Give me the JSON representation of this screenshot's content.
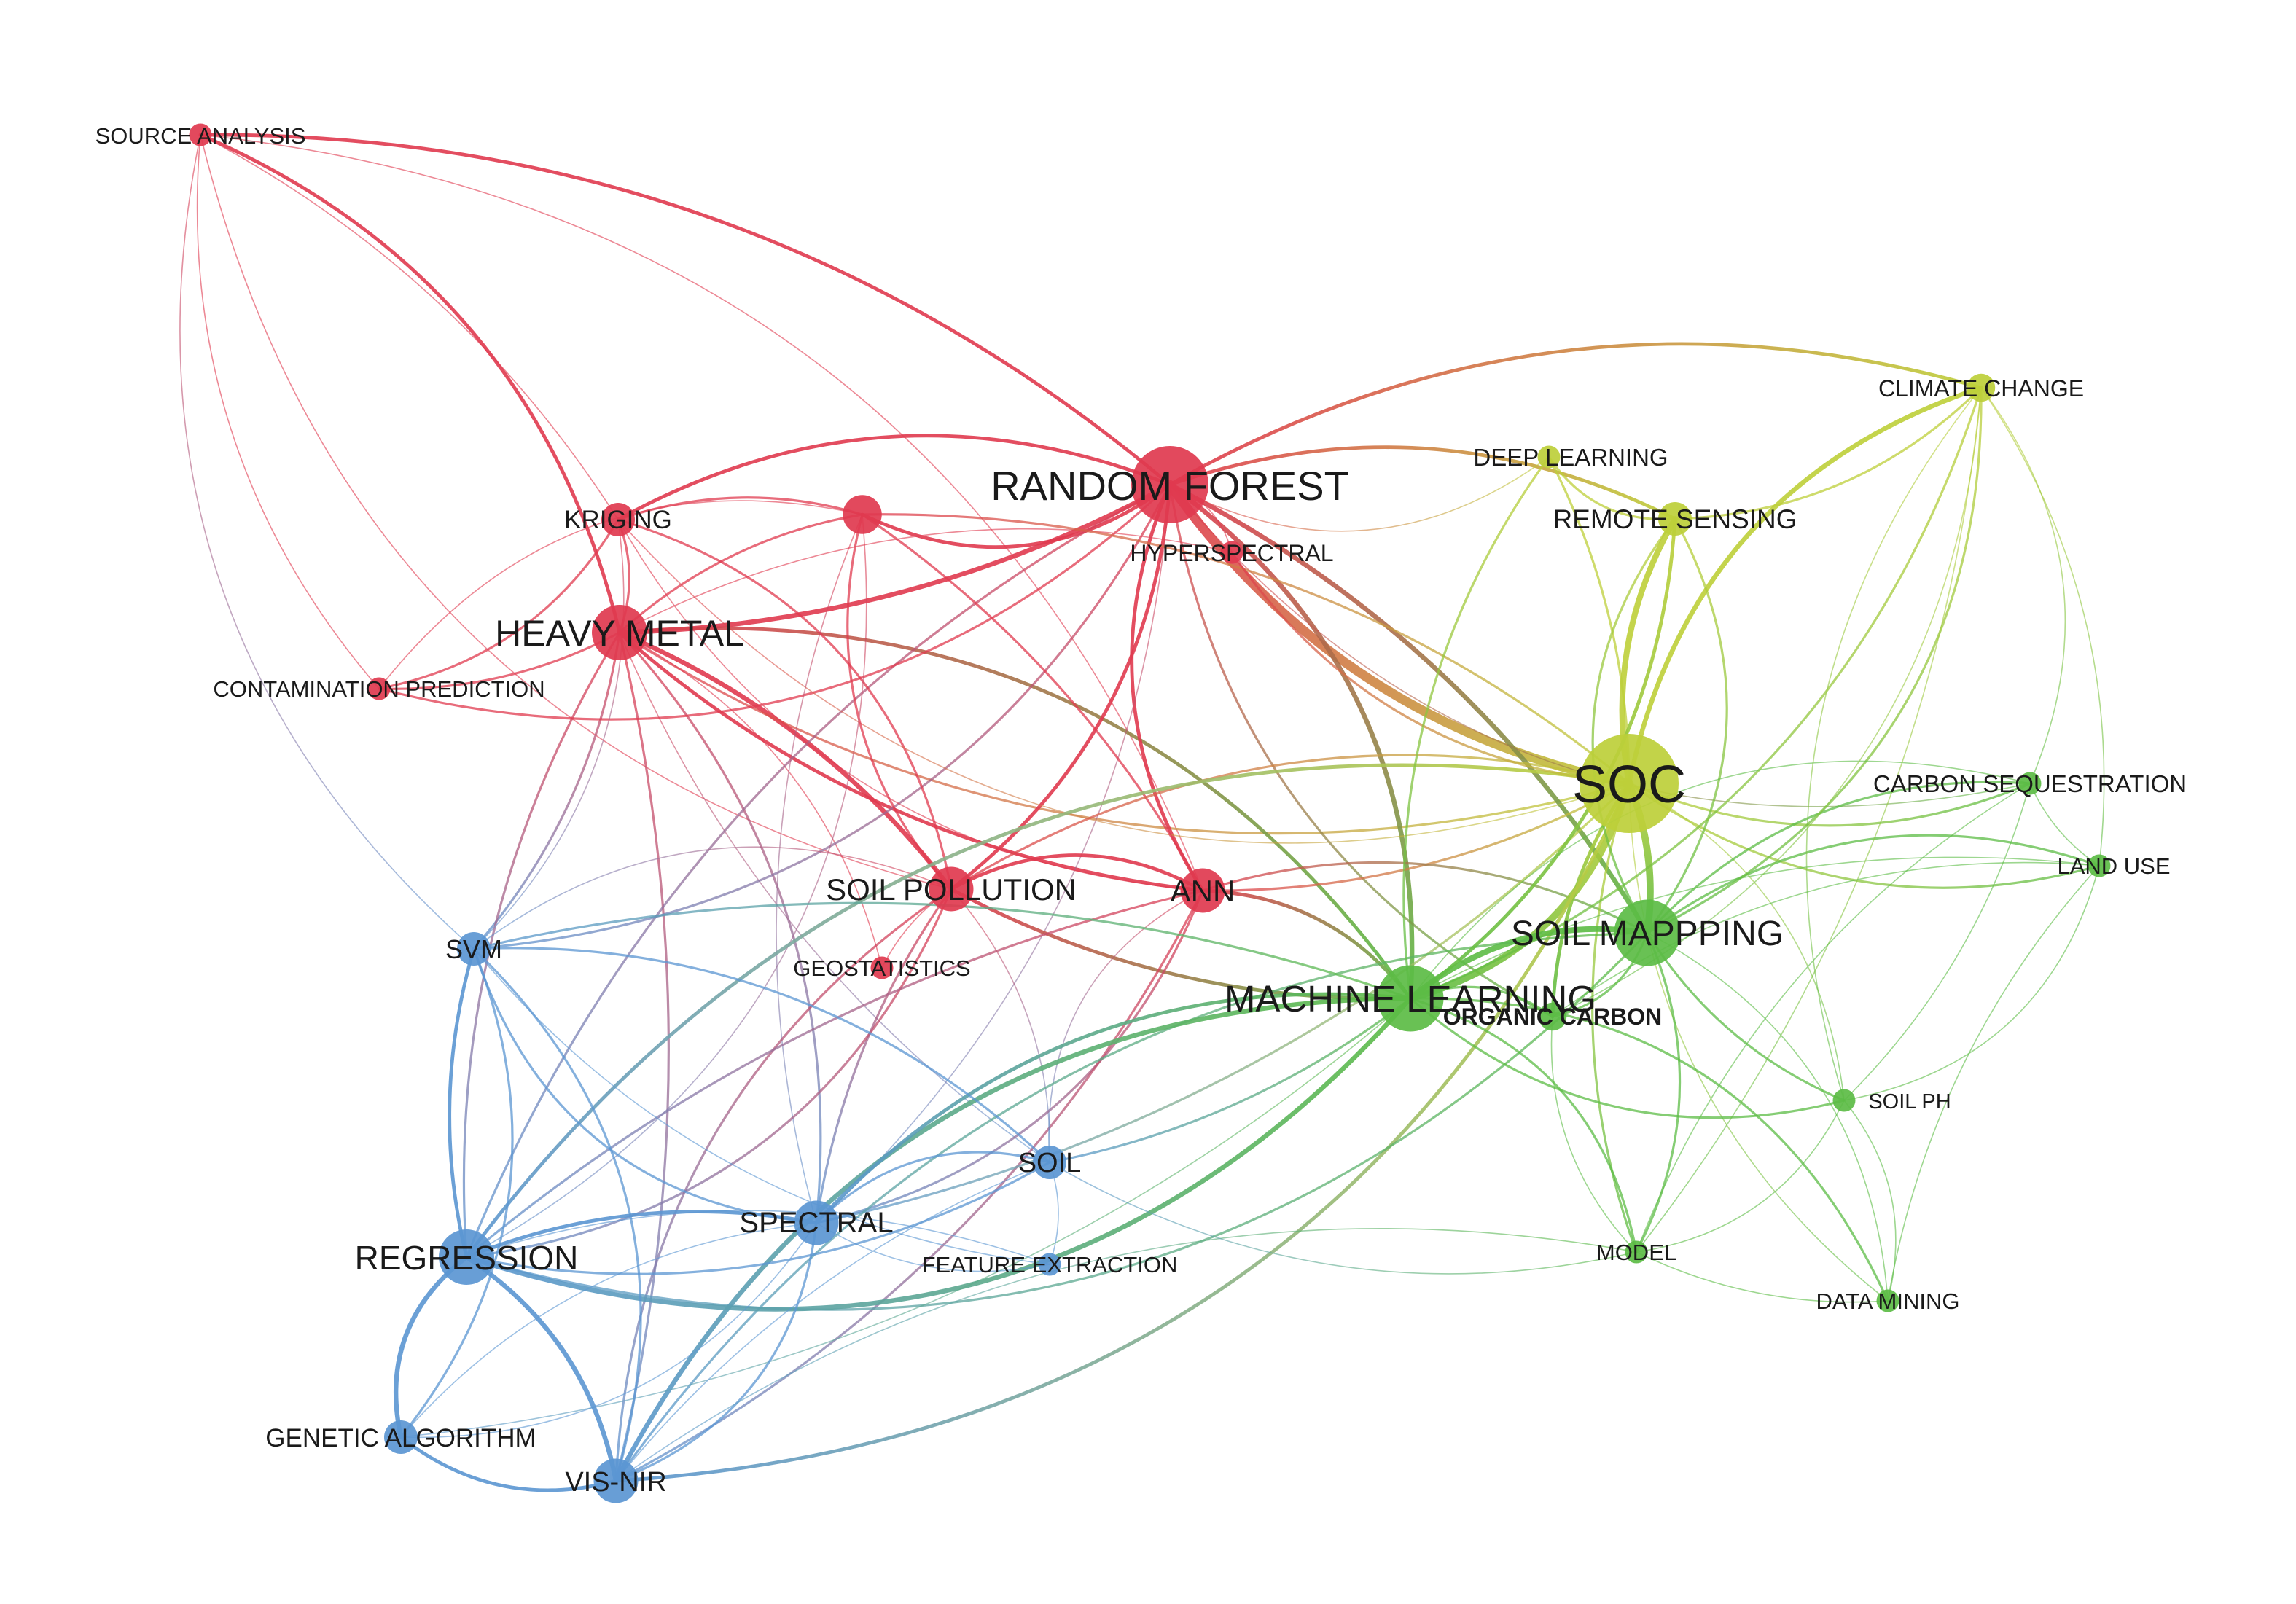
{
  "clusters": {
    "red": {
      "color": "#e03a4f"
    },
    "green": {
      "color": "#5cbc45"
    },
    "yellow": {
      "color": "#bdcf39"
    },
    "blue": {
      "color": "#5b96d2"
    }
  },
  "nodes": [
    {
      "id": "source_analysis",
      "label": "SOURCE ANALYSIS",
      "cluster": "red",
      "weight": 1
    },
    {
      "id": "kriging",
      "label": "KRIGING",
      "cluster": "red",
      "weight": 2
    },
    {
      "id": "unlabeled_red",
      "label": "",
      "cluster": "red",
      "weight": 2.5
    },
    {
      "id": "random_forest",
      "label": "RANDOM FOREST",
      "cluster": "red",
      "weight": 6
    },
    {
      "id": "hyperspectral",
      "label": "HYPERSPECTRAL",
      "cluster": "red",
      "weight": 1
    },
    {
      "id": "heavy_metal",
      "label": "HEAVY METAL",
      "cluster": "red",
      "weight": 4
    },
    {
      "id": "contamination_prediction",
      "label": "CONTAMINATION PREDICTION",
      "cluster": "red",
      "weight": 1
    },
    {
      "id": "soil_pollution",
      "label": "SOIL POLLUTION",
      "cluster": "red",
      "weight": 3
    },
    {
      "id": "ann",
      "label": "ANN",
      "cluster": "red",
      "weight": 3
    },
    {
      "id": "geostatistics",
      "label": "GEOSTATISTICS",
      "cluster": "red",
      "weight": 1
    },
    {
      "id": "deep_learning",
      "label": "DEEP LEARNING",
      "cluster": "yellow",
      "weight": 1
    },
    {
      "id": "climate_change",
      "label": "CLIMATE CHANGE",
      "cluster": "yellow",
      "weight": 1.5
    },
    {
      "id": "remote_sensing",
      "label": "REMOTE SENSING",
      "cluster": "yellow",
      "weight": 2
    },
    {
      "id": "soc",
      "label": "SOC",
      "cluster": "yellow",
      "weight": 8
    },
    {
      "id": "carbon_sequestration",
      "label": "CARBON SEQUESTRATION",
      "cluster": "green",
      "weight": 1
    },
    {
      "id": "land_use",
      "label": "LAND USE",
      "cluster": "green",
      "weight": 1
    },
    {
      "id": "soil_mapping",
      "label": "SOIL MAPPPING",
      "cluster": "green",
      "weight": 5
    },
    {
      "id": "machine_learning",
      "label": "MACHINE LEARNING",
      "cluster": "green",
      "weight": 5
    },
    {
      "id": "organic_carbon",
      "label": "ORGANIC CARBON",
      "cluster": "green",
      "weight": 1.5
    },
    {
      "id": "soil_ph",
      "label": "SOIL PH",
      "cluster": "green",
      "weight": 1
    },
    {
      "id": "model",
      "label": "MODEL",
      "cluster": "green",
      "weight": 1
    },
    {
      "id": "data_mining",
      "label": "DATA MINING",
      "cluster": "green",
      "weight": 1
    },
    {
      "id": "svm",
      "label": "SVM",
      "cluster": "blue",
      "weight": 2
    },
    {
      "id": "soil",
      "label": "SOIL",
      "cluster": "blue",
      "weight": 2
    },
    {
      "id": "spectral",
      "label": "SPECTRAL",
      "cluster": "blue",
      "weight": 3
    },
    {
      "id": "feature_extraction",
      "label": "FEATURE EXTRACTION",
      "cluster": "blue",
      "weight": 1
    },
    {
      "id": "regression",
      "label": "REGRESSION",
      "cluster": "blue",
      "weight": 4
    },
    {
      "id": "genetic_algorithm",
      "label": "GENETIC ALGORITHM",
      "cluster": "blue",
      "weight": 2
    },
    {
      "id": "vis_nir",
      "label": "VIS-NIR",
      "cluster": "blue",
      "weight": 3
    }
  ],
  "edges": [
    [
      "source_analysis",
      "heavy_metal",
      3
    ],
    [
      "source_analysis",
      "random_forest",
      3
    ],
    [
      "source_analysis",
      "kriging",
      1
    ],
    [
      "source_analysis",
      "soil_pollution",
      1
    ],
    [
      "source_analysis",
      "ann",
      1
    ],
    [
      "source_analysis",
      "svm",
      1
    ],
    [
      "source_analysis",
      "contamination_prediction",
      1
    ],
    [
      "heavy_metal",
      "random_forest",
      4
    ],
    [
      "heavy_metal",
      "kriging",
      2
    ],
    [
      "heavy_metal",
      "unlabeled_red",
      2
    ],
    [
      "heavy_metal",
      "soil_pollution",
      4
    ],
    [
      "heavy_metal",
      "ann",
      3
    ],
    [
      "heavy_metal",
      "contamination_prediction",
      2
    ],
    [
      "heavy_metal",
      "svm",
      2
    ],
    [
      "heavy_metal",
      "regression",
      2
    ],
    [
      "heavy_metal",
      "spectral",
      2
    ],
    [
      "heavy_metal",
      "vis_nir",
      2
    ],
    [
      "heavy_metal",
      "soc",
      2
    ],
    [
      "heavy_metal",
      "machine_learning",
      3
    ],
    [
      "heavy_metal",
      "geostatistics",
      1
    ],
    [
      "heavy_metal",
      "soil",
      1
    ],
    [
      "heavy_metal",
      "hyperspectral",
      1
    ],
    [
      "random_forest",
      "soc",
      8
    ],
    [
      "random_forest",
      "kriging",
      3
    ],
    [
      "random_forest",
      "unlabeled_red",
      3
    ],
    [
      "random_forest",
      "soil_pollution",
      3
    ],
    [
      "random_forest",
      "ann",
      3
    ],
    [
      "random_forest",
      "machine_learning",
      4
    ],
    [
      "random_forest",
      "soil_mapping",
      4
    ],
    [
      "random_forest",
      "remote_sensing",
      3
    ],
    [
      "random_forest",
      "climate_change",
      3
    ],
    [
      "random_forest",
      "deep_learning",
      1
    ],
    [
      "random_forest",
      "organic_carbon",
      2
    ],
    [
      "random_forest",
      "regression",
      2
    ],
    [
      "random_forest",
      "svm",
      2
    ],
    [
      "random_forest",
      "contamination_prediction",
      2
    ],
    [
      "random_forest",
      "spectral",
      1
    ],
    [
      "random_forest",
      "hyperspectral",
      1
    ],
    [
      "random_forest",
      "carbon_sequestration",
      1
    ],
    [
      "kriging",
      "unlabeled_red",
      2
    ],
    [
      "kriging",
      "soil_pollution",
      2
    ],
    [
      "kriging",
      "contamination_prediction",
      2
    ],
    [
      "kriging",
      "ann",
      1
    ],
    [
      "kriging",
      "svm",
      1
    ],
    [
      "kriging",
      "soc",
      1
    ],
    [
      "unlabeled_red",
      "soil_pollution",
      2
    ],
    [
      "unlabeled_red",
      "ann",
      2
    ],
    [
      "unlabeled_red",
      "soc",
      2
    ],
    [
      "unlabeled_red",
      "contamination_prediction",
      1
    ],
    [
      "unlabeled_red",
      "spectral",
      1
    ],
    [
      "unlabeled_red",
      "regression",
      1
    ],
    [
      "soil_pollution",
      "ann",
      3
    ],
    [
      "soil_pollution",
      "machine_learning",
      3
    ],
    [
      "soil_pollution",
      "spectral",
      2
    ],
    [
      "soil_pollution",
      "regression",
      2
    ],
    [
      "soil_pollution",
      "vis_nir",
      2
    ],
    [
      "soil_pollution",
      "svm",
      1
    ],
    [
      "soil_pollution",
      "soil",
      1
    ],
    [
      "soil_pollution",
      "geostatistics",
      1
    ],
    [
      "soil_pollution",
      "soc",
      2
    ],
    [
      "ann",
      "machine_learning",
      3
    ],
    [
      "ann",
      "soc",
      2
    ],
    [
      "ann",
      "soil_mapping",
      2
    ],
    [
      "ann",
      "regression",
      2
    ],
    [
      "ann",
      "spectral",
      2
    ],
    [
      "ann",
      "vis_nir",
      2
    ],
    [
      "ann",
      "soil",
      1
    ],
    [
      "soc",
      "soil_mapping",
      6
    ],
    [
      "soc",
      "machine_learning",
      6
    ],
    [
      "soc",
      "remote_sensing",
      5
    ],
    [
      "soc",
      "climate_change",
      4
    ],
    [
      "soc",
      "deep_learning",
      2
    ],
    [
      "soc",
      "carbon_sequestration",
      2
    ],
    [
      "soc",
      "land_use",
      2
    ],
    [
      "soc",
      "organic_carbon",
      3
    ],
    [
      "soc",
      "soil_ph",
      1
    ],
    [
      "soc",
      "model",
      2
    ],
    [
      "soc",
      "data_mining",
      1
    ],
    [
      "soc",
      "vis_nir",
      3
    ],
    [
      "soc",
      "regression",
      3
    ],
    [
      "soc",
      "spectral",
      2
    ],
    [
      "soc",
      "hyperspectral",
      2
    ],
    [
      "soil_mapping",
      "machine_learning",
      5
    ],
    [
      "soil_mapping",
      "remote_sensing",
      2
    ],
    [
      "soil_mapping",
      "carbon_sequestration",
      2
    ],
    [
      "soil_mapping",
      "land_use",
      2
    ],
    [
      "soil_mapping",
      "soil_ph",
      2
    ],
    [
      "soil_mapping",
      "model",
      2
    ],
    [
      "soil_mapping",
      "data_mining",
      1
    ],
    [
      "soil_mapping",
      "organic_carbon",
      2
    ],
    [
      "soil_mapping",
      "vis_nir",
      2
    ],
    [
      "soil_mapping",
      "regression",
      2
    ],
    [
      "soil_mapping",
      "climate_change",
      2
    ],
    [
      "machine_learning",
      "vis_nir",
      4
    ],
    [
      "machine_learning",
      "regression",
      4
    ],
    [
      "machine_learning",
      "spectral",
      3
    ],
    [
      "machine_learning",
      "remote_sensing",
      3
    ],
    [
      "machine_learning",
      "deep_learning",
      2
    ],
    [
      "machine_learning",
      "climate_change",
      2
    ],
    [
      "machine_learning",
      "organic_carbon",
      2
    ],
    [
      "machine_learning",
      "model",
      2
    ],
    [
      "machine_learning",
      "soil_ph",
      2
    ],
    [
      "machine_learning",
      "data_mining",
      2
    ],
    [
      "machine_learning",
      "carbon_sequestration",
      1
    ],
    [
      "machine_learning",
      "land_use",
      1
    ],
    [
      "machine_learning",
      "svm",
      2
    ],
    [
      "machine_learning",
      "soil",
      2
    ],
    [
      "machine_learning",
      "genetic_algorithm",
      1
    ],
    [
      "remote_sensing",
      "deep_learning",
      2
    ],
    [
      "remote_sensing",
      "climate_change",
      2
    ],
    [
      "remote_sensing",
      "soil_mapping",
      2
    ],
    [
      "climate_change",
      "land_use",
      1
    ],
    [
      "climate_change",
      "carbon_sequestration",
      1
    ],
    [
      "climate_change",
      "soil_ph",
      1
    ],
    [
      "climate_change",
      "model",
      1
    ],
    [
      "climate_change",
      "organic_carbon",
      1
    ],
    [
      "carbon_sequestration",
      "land_use",
      1
    ],
    [
      "carbon_sequestration",
      "soil_ph",
      1
    ],
    [
      "carbon_sequestration",
      "model",
      1
    ],
    [
      "land_use",
      "soil_ph",
      1
    ],
    [
      "land_use",
      "organic_carbon",
      1
    ],
    [
      "land_use",
      "data_mining",
      1
    ],
    [
      "soil_ph",
      "model",
      1
    ],
    [
      "soil_ph",
      "data_mining",
      1
    ],
    [
      "organic_carbon",
      "model",
      1
    ],
    [
      "model",
      "data_mining",
      1
    ],
    [
      "regression",
      "vis_nir",
      4
    ],
    [
      "regression",
      "genetic_algorithm",
      4
    ],
    [
      "regression",
      "svm",
      3
    ],
    [
      "regression",
      "spectral",
      3
    ],
    [
      "regression",
      "soil",
      2
    ],
    [
      "regression",
      "feature_extraction",
      1
    ],
    [
      "vis_nir",
      "genetic_algorithm",
      3
    ],
    [
      "vis_nir",
      "spectral",
      2
    ],
    [
      "vis_nir",
      "soil",
      1
    ],
    [
      "vis_nir",
      "svm",
      2
    ],
    [
      "vis_nir",
      "model",
      1
    ],
    [
      "svm",
      "spectral",
      2
    ],
    [
      "svm",
      "soil",
      2
    ],
    [
      "svm",
      "genetic_algorithm",
      2
    ],
    [
      "svm",
      "feature_extraction",
      1
    ],
    [
      "spectral",
      "soil",
      2
    ],
    [
      "spectral",
      "feature_extraction",
      1
    ],
    [
      "spectral",
      "genetic_algorithm",
      1
    ],
    [
      "soil",
      "feature_extraction",
      1
    ],
    [
      "soil",
      "model",
      1
    ],
    [
      "genetic_algorithm",
      "spectral",
      1
    ]
  ]
}
